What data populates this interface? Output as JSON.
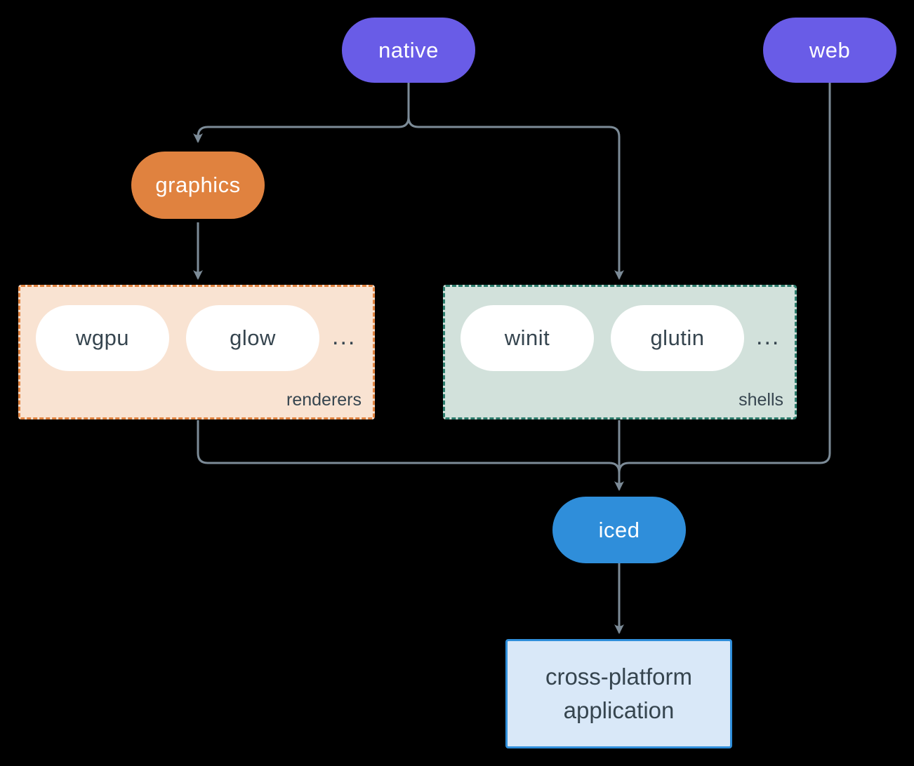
{
  "nodes": {
    "native": {
      "label": "native"
    },
    "web": {
      "label": "web"
    },
    "graphics": {
      "label": "graphics"
    },
    "iced": {
      "label": "iced"
    },
    "application": {
      "label": "cross-platform application"
    }
  },
  "groups": {
    "renderers": {
      "label": "renderers",
      "items": [
        "wgpu",
        "glow"
      ],
      "ellipsis": "..."
    },
    "shells": {
      "label": "shells",
      "items": [
        "winit",
        "glutin"
      ],
      "ellipsis": "..."
    }
  },
  "colors": {
    "background": "#000000",
    "purple": "#695ce7",
    "orange": "#e0823f",
    "blue": "#2f8eda",
    "pill_text": "#ffffff",
    "white_pill_bg": "#ffffff",
    "dark_text": "#36454f",
    "renderers_bg": "#f9e3d2",
    "renderers_border": "#e0823f",
    "shells_bg": "#d2e1db",
    "shells_border": "#2c7c6c",
    "app_bg": "#d9e8f8",
    "app_border": "#2f8eda",
    "connector": "#7c8b97"
  }
}
